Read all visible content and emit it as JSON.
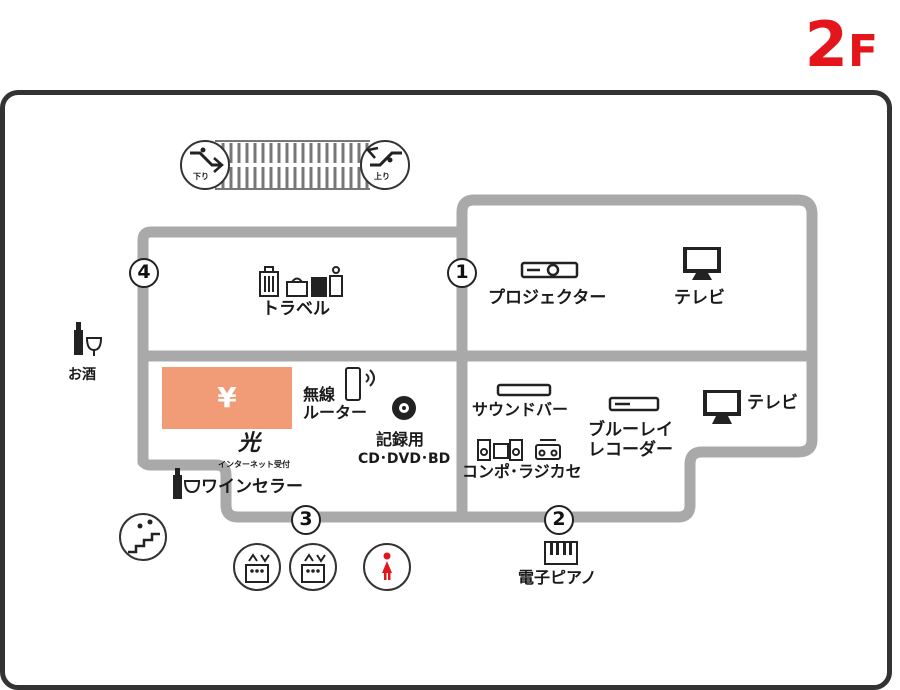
{
  "floor": {
    "number": "2",
    "suffix": "F"
  },
  "escalator": {
    "down_label": "下り",
    "up_label": "上り"
  },
  "areas": {
    "travel": "トラベル",
    "projector": "プロジェクター",
    "tv_upper": "テレビ",
    "tv_lower": "テレビ",
    "sake": "お酒",
    "router_line1": "無線",
    "router_line2": "ルーター",
    "record_line1": "記録用",
    "record_line2": "CD･DVD･BD",
    "soundbar": "サウンドバー",
    "bluray_line1": "ブルーレイ",
    "bluray_line2": "レコーダー",
    "compo": "コンポ･ラジカセ",
    "wine": "ワインセラー",
    "piano": "電子ピアノ",
    "yen_symbol": "¥",
    "hikari": "光",
    "internet": "インターネット受付"
  },
  "markers": [
    "1",
    "2",
    "3",
    "4"
  ],
  "colors": {
    "accent": "#e4161b",
    "path": "#a9a9a9",
    "counter": "#f29c77",
    "restroom": "#e4161b"
  },
  "icons": [
    "escalator-down-icon",
    "escalator-up-icon",
    "suitcase-icon",
    "projector-icon",
    "tv-icon",
    "wine-bottle-icon",
    "router-icon",
    "disc-icon",
    "soundbar-icon",
    "bluray-icon",
    "speakers-icon",
    "radio-icon",
    "stairs-icon",
    "elevator-icon",
    "restroom-icon",
    "piano-icon"
  ]
}
